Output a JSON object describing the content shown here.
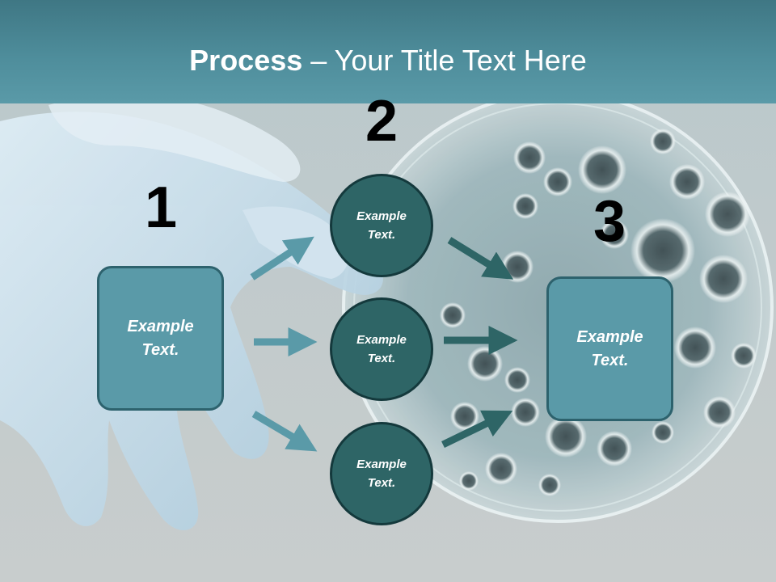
{
  "title": {
    "bold": "Process",
    "rest": " – Your Title Text Here"
  },
  "steps": [
    {
      "number": "1",
      "label": "Example Text."
    },
    {
      "number": "2",
      "items": [
        "Example Text.",
        "Example Text.",
        "Example Text."
      ]
    },
    {
      "number": "3",
      "label": "Example Text."
    }
  ],
  "colors": {
    "title_bar": "#4e8d9b",
    "box_fill": "#5a9aa8",
    "circle_fill": "#2e6566",
    "arrow_light": "#5a9aa8",
    "arrow_dark": "#2e6566"
  }
}
